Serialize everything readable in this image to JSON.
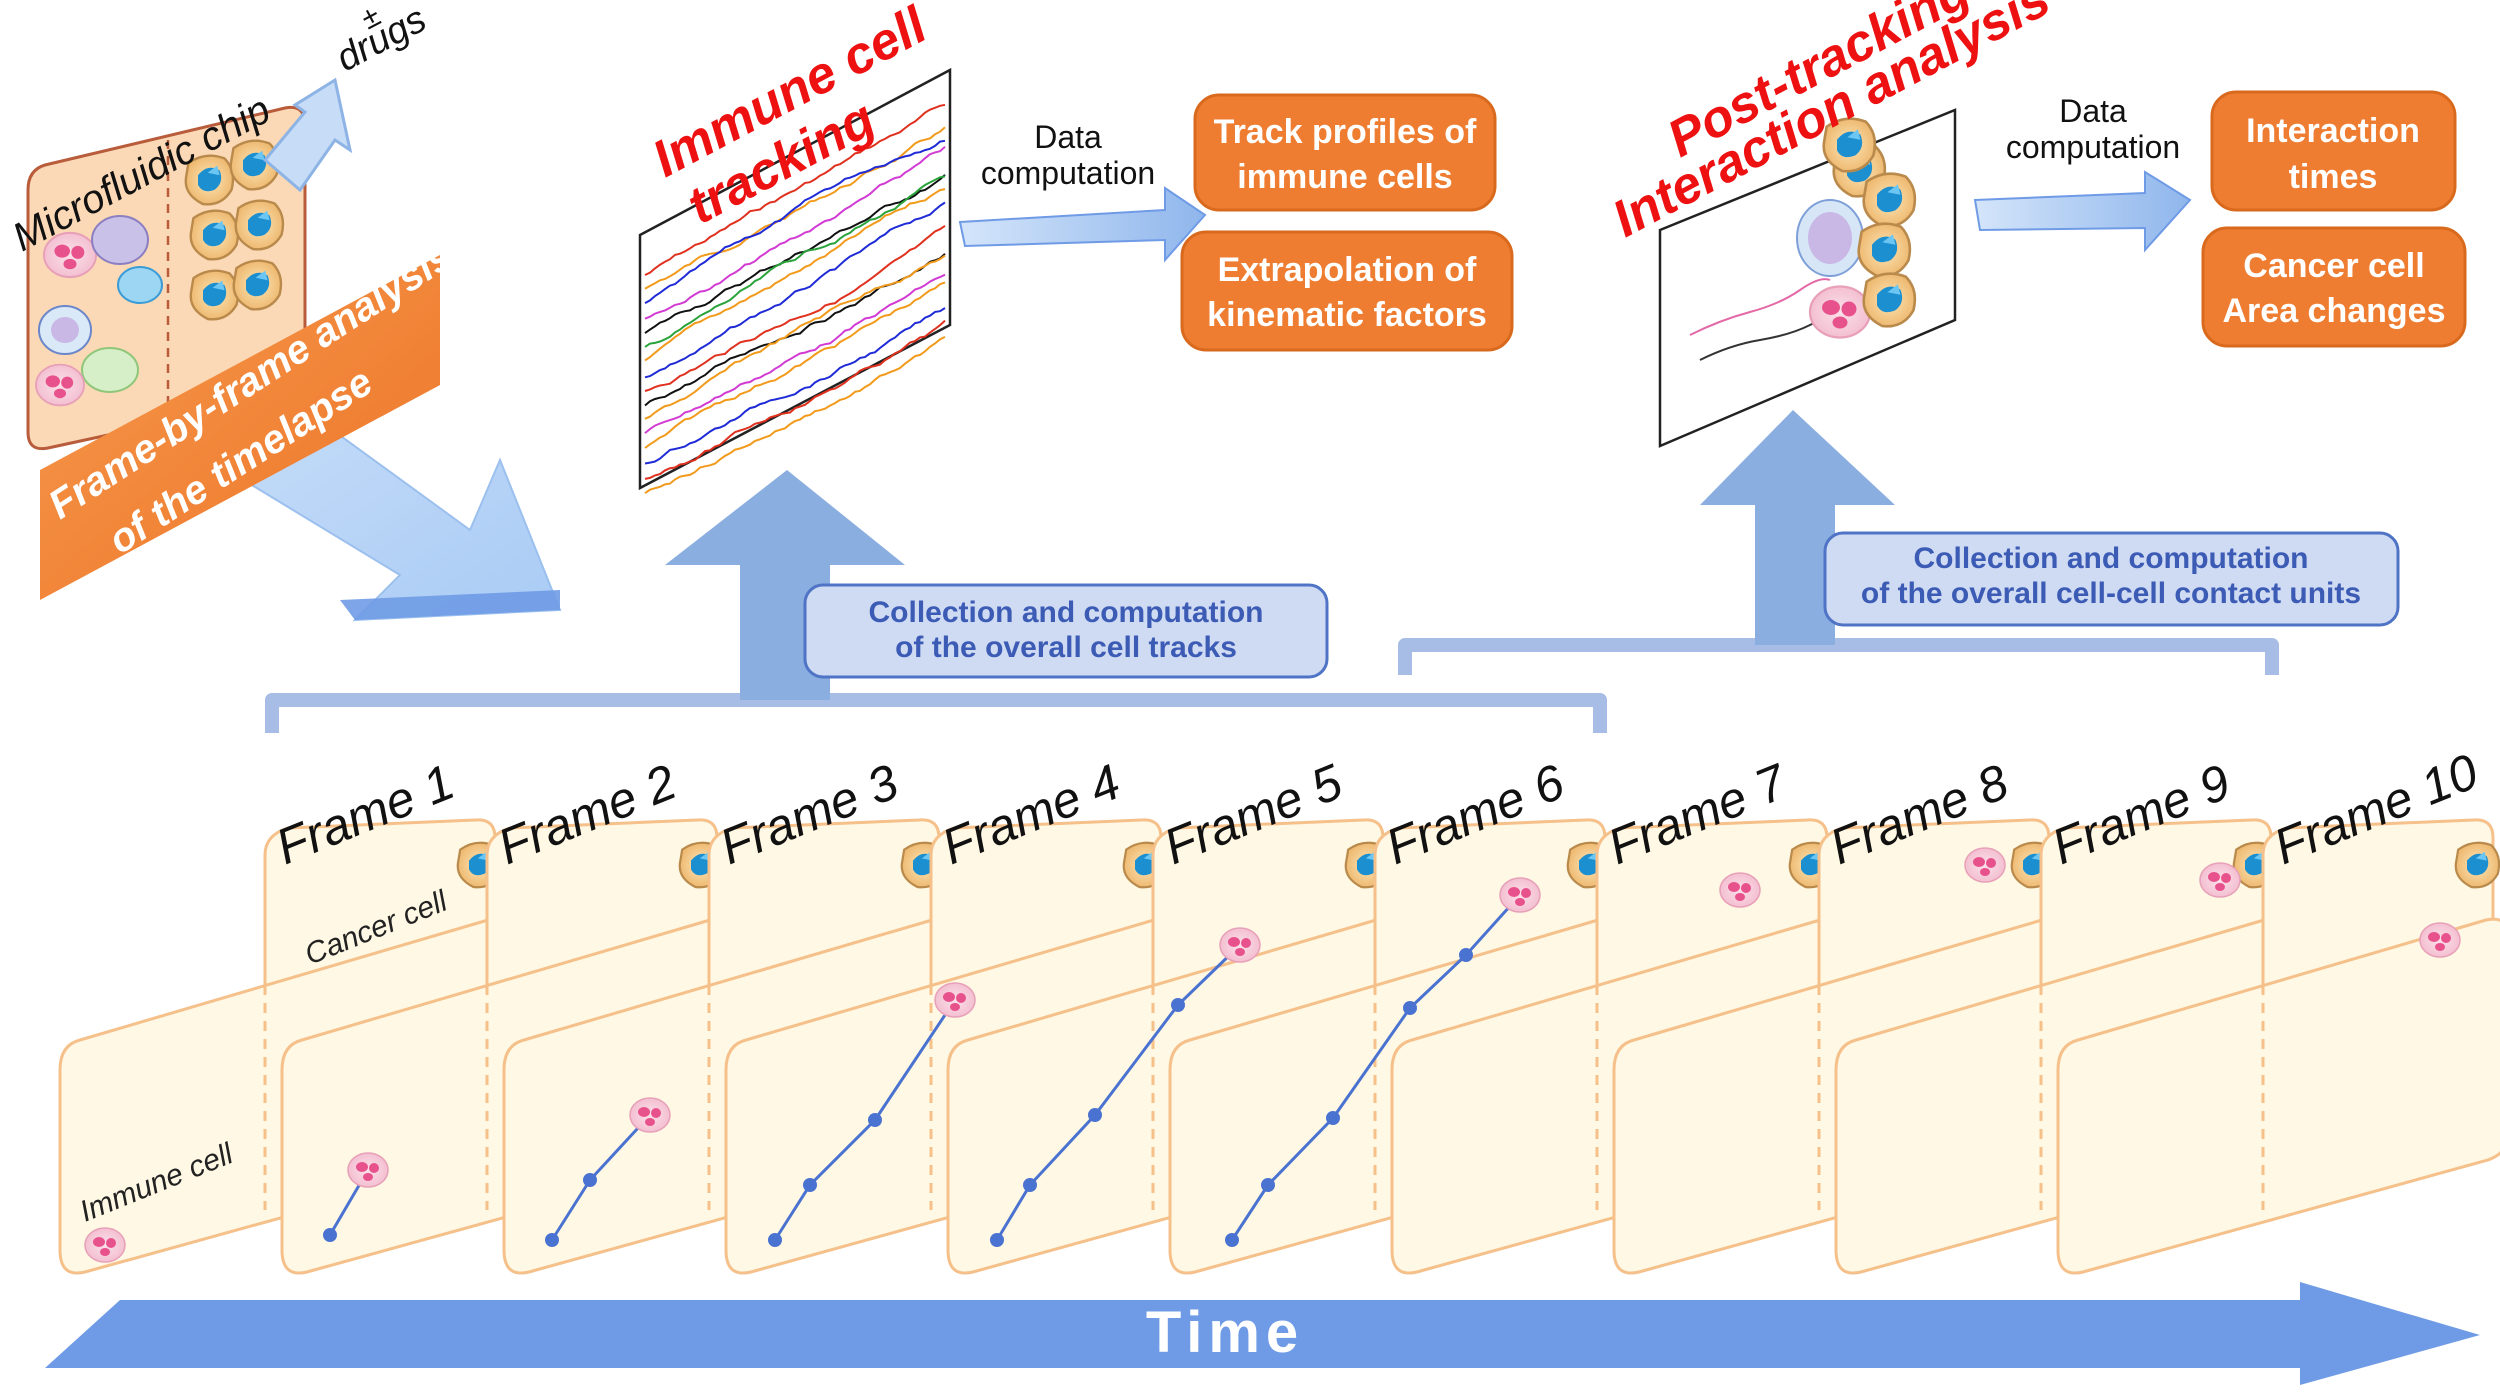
{
  "chip": {
    "title": "Microfluidic chip",
    "drugs_pm": "±",
    "drugs": "drugs",
    "banner_line1": "Frame-by-frame analysis",
    "banner_line2": "of the timelapse"
  },
  "tracking": {
    "title_line1": "Immune cell",
    "title_line2": "tracking",
    "computation_line1": "Data",
    "computation_line2": "computation",
    "result1_line1": "Track profiles of",
    "result1_line2": "immune cells",
    "result2_line1": "Extrapolation of",
    "result2_line2": "kinematic factors",
    "collection_line1": "Collection and  computation",
    "collection_line2": "of the overall cell tracks"
  },
  "interaction": {
    "title_line1": "Post-tracking",
    "title_line2": "Interaction analysis",
    "computation_line1": "Data",
    "computation_line2": "computation",
    "result1_line1": "Interaction",
    "result1_line2": "times",
    "result2_line1": "Cancer cell",
    "result2_line2": "Area changes",
    "collection_line1": "Collection and  computation",
    "collection_line2": "of the overall cell-cell contact units"
  },
  "frames": [
    "Frame 1",
    "Frame 2",
    "Frame 3",
    "Frame 4",
    "Frame 5",
    "Frame 6",
    "Frame 7",
    "Frame 8",
    "Frame 9",
    "Frame 10"
  ],
  "cell_labels": {
    "cancer": "Cancer cell",
    "immune": "Immune cell"
  },
  "time_label": "Time",
  "colors": {
    "orange": "#ee7d31",
    "panel_fill": "#fff8e4",
    "panel_stroke": "#f5c08a",
    "arrow_blue": "#8aaee0",
    "time_blue": "#6f9be6",
    "bracket_blue": "#a7bde6",
    "box_fill": "#cfdaf3",
    "box_stroke": "#4f74c6",
    "track_line": "#4a72d0"
  }
}
